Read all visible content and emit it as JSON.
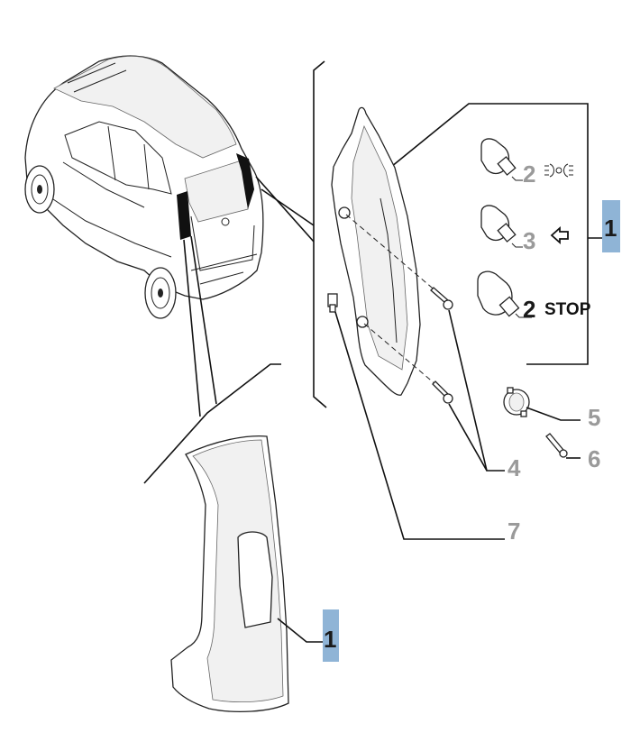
{
  "callouts": {
    "lamp_top": "1",
    "bulb_position": "2",
    "bulb_indicator": "3",
    "bulb_stop": "2",
    "screws": "4",
    "holder": "5",
    "screw_small": "6",
    "pin": "7",
    "cover": "1"
  },
  "labels": {
    "stop": "STOP"
  },
  "colors": {
    "highlight": "#8fb4d6",
    "grey_callout": "#9a9a9a",
    "line": "#111111"
  },
  "icons": {
    "position_light": "position-light-icon",
    "turn_signal": "turn-signal-arrow-icon"
  }
}
